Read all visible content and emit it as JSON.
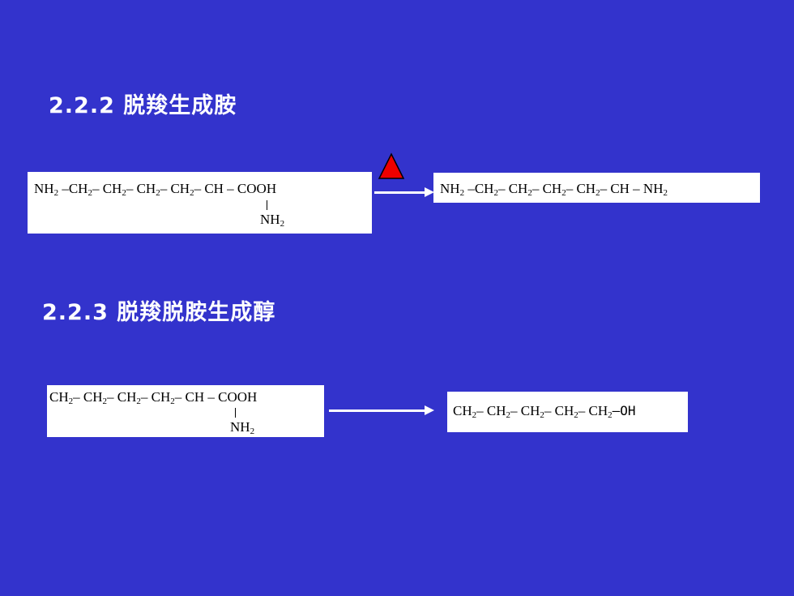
{
  "heading1": "2.2.2 脱羧生成胺",
  "heading2": "2.2.3 脱羧脱胺生成醇",
  "formula1": {
    "left_main": [
      "NH",
      "2",
      " –CH",
      "2",
      "– CH",
      "2",
      "– CH",
      "2",
      "– CH",
      "2",
      "– CH – COOH"
    ],
    "left_branch": "NH",
    "right_main": [
      "NH",
      "2",
      " –CH",
      "2",
      "– CH",
      "2",
      "– CH",
      "2",
      "– CH",
      "2",
      "– CH – NH",
      "2"
    ]
  },
  "formula2": {
    "left_main": [
      "CH",
      "2",
      "– CH",
      "2",
      "– CH",
      "2",
      "– CH",
      "2",
      "– CH – COOH"
    ],
    "left_branch": "NH",
    "right_main": [
      "CH",
      "2",
      "– CH",
      "2",
      "– CH",
      "2",
      "– CH",
      "2",
      "– CH",
      "2",
      "–OH"
    ]
  },
  "subscript": "2",
  "colors": {
    "background": "#3333CC",
    "heat_triangle": "#EE0000"
  }
}
